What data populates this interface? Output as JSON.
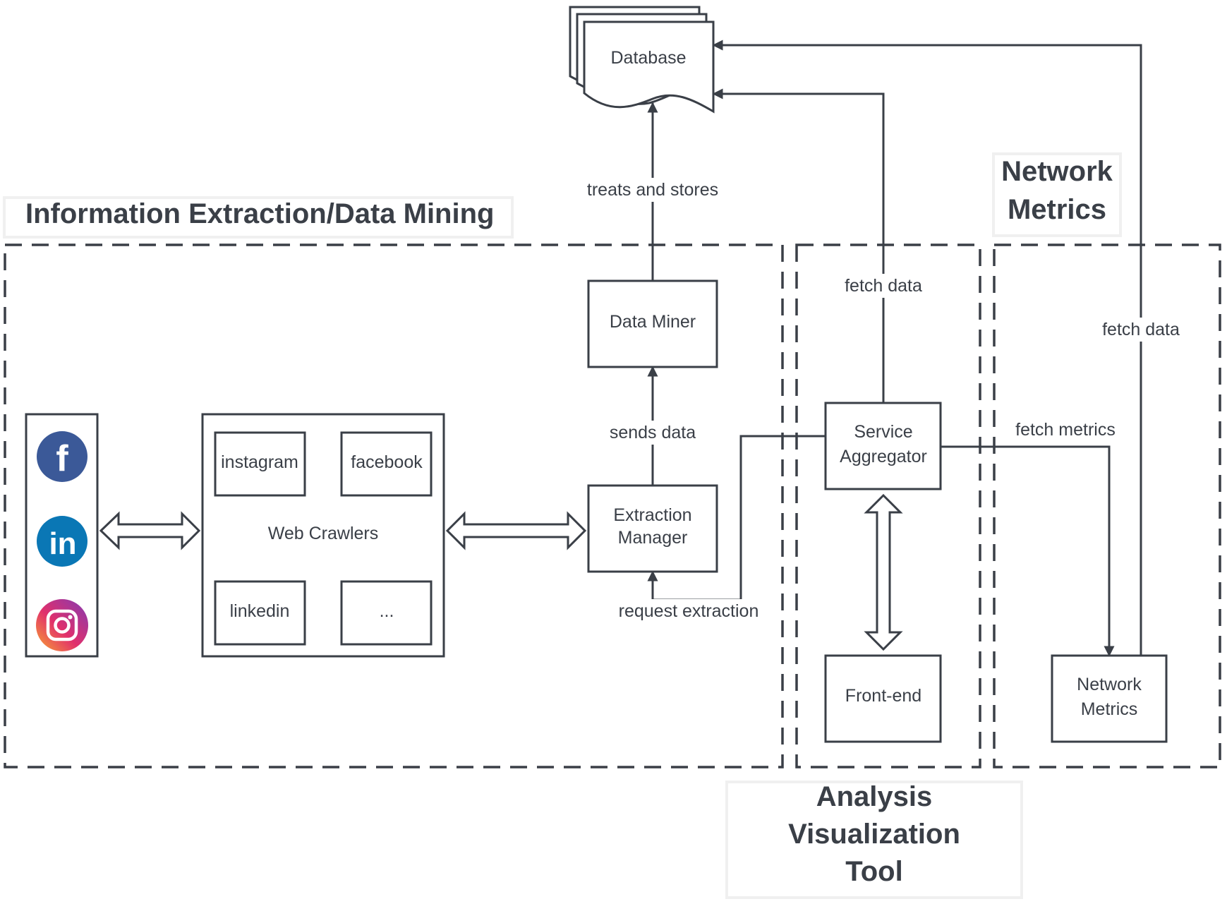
{
  "sections": {
    "extraction": "Information Extraction/Data Mining",
    "analysis": [
      "Analysis",
      "Visualization",
      "Tool"
    ],
    "metrics": [
      "Network",
      "Metrics"
    ]
  },
  "nodes": {
    "database": "Database",
    "data_miner": "Data Miner",
    "extraction_manager": [
      "Extraction",
      "Manager"
    ],
    "web_crawlers": "Web Crawlers",
    "crawler_instagram": "instagram",
    "crawler_facebook": "facebook",
    "crawler_linkedin": "linkedin",
    "crawler_more": "...",
    "service_aggregator": [
      "Service",
      "Aggregator"
    ],
    "front_end": "Front-end",
    "network_metrics": [
      "Network",
      "Metrics"
    ]
  },
  "edges": {
    "treats_and_stores": "treats and stores",
    "sends_data": "sends data",
    "request_extraction": "request extraction",
    "fetch_data_aggregator": "fetch data",
    "fetch_data_metrics": "fetch data",
    "fetch_metrics": "fetch metrics"
  },
  "social_icons": [
    {
      "name": "facebook-icon",
      "glyph": "f",
      "color": "#3b5998"
    },
    {
      "name": "linkedin-icon",
      "glyph": "in",
      "color": "#0a77b5"
    },
    {
      "name": "instagram-icon",
      "glyph": "",
      "color": "#d6297a"
    }
  ],
  "colors": {
    "stroke": "#3a3f47",
    "facebook": "#3b5998",
    "linkedin": "#0a77b5"
  }
}
